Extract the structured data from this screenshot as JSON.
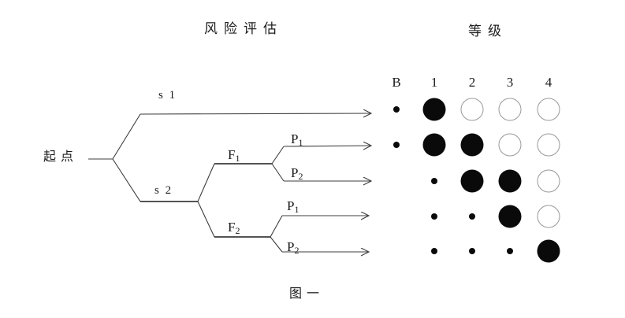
{
  "titles": {
    "assessment": "风险评估",
    "grade": "等级",
    "caption": "图一"
  },
  "tree": {
    "origin": "起点",
    "s1": "s 1",
    "s2": "s 2",
    "f1": {
      "base": "F",
      "sub": "1"
    },
    "f2": {
      "base": "F",
      "sub": "2"
    },
    "p1": {
      "base": "P",
      "sub": "1"
    },
    "p2": {
      "base": "P",
      "sub": "2"
    }
  },
  "grid": {
    "headers": [
      "B",
      "1",
      "2",
      "3",
      "4"
    ],
    "rows": [
      [
        "dot",
        "filled",
        "empty",
        "empty",
        "empty"
      ],
      [
        "dot",
        "filled",
        "filled",
        "empty",
        "empty"
      ],
      [
        "none",
        "dot",
        "filled",
        "filled",
        "empty"
      ],
      [
        "none",
        "dot",
        "dot",
        "filled",
        "empty"
      ],
      [
        "none",
        "dot",
        "dot",
        "dot",
        "filled"
      ]
    ]
  },
  "colors": {
    "background": "#ffffff",
    "line": "#3c3c3c",
    "filled_circle": "#0a0a0a",
    "empty_circle_border": "#999999",
    "text": "#1c1c1c"
  }
}
